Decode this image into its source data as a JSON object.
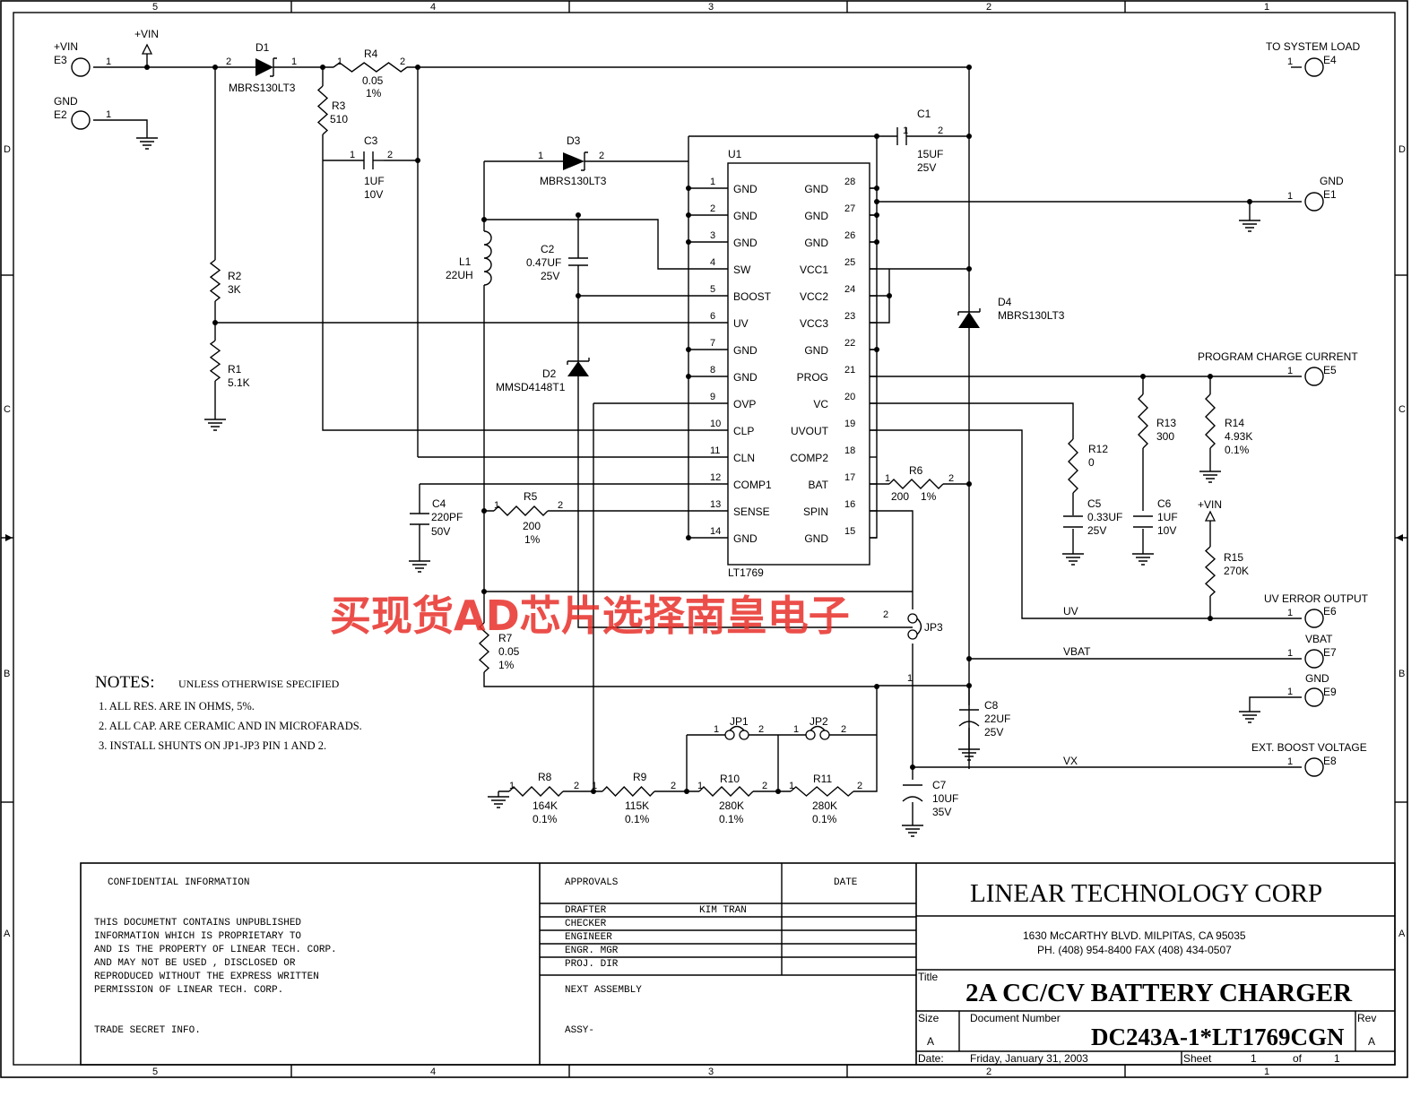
{
  "border": {
    "cols": [
      "5",
      "4",
      "3",
      "2",
      "1"
    ],
    "rows": [
      "D",
      "C",
      "B",
      "A"
    ]
  },
  "chip": {
    "ref": "U1",
    "part": "LT1769",
    "left": [
      [
        "1",
        "GND"
      ],
      [
        "2",
        "GND"
      ],
      [
        "3",
        "GND"
      ],
      [
        "4",
        "SW"
      ],
      [
        "5",
        "BOOST"
      ],
      [
        "6",
        "UV"
      ],
      [
        "7",
        "GND"
      ],
      [
        "8",
        "GND"
      ],
      [
        "9",
        "OVP"
      ],
      [
        "10",
        "CLP"
      ],
      [
        "11",
        "CLN"
      ],
      [
        "12",
        "COMP1"
      ],
      [
        "13",
        "SENSE"
      ],
      [
        "14",
        "GND"
      ]
    ],
    "right": [
      [
        "28",
        "GND"
      ],
      [
        "27",
        "GND"
      ],
      [
        "26",
        "GND"
      ],
      [
        "25",
        "VCC1"
      ],
      [
        "24",
        "VCC2"
      ],
      [
        "23",
        "VCC3"
      ],
      [
        "22",
        "GND"
      ],
      [
        "21",
        "PROG"
      ],
      [
        "20",
        "VC"
      ],
      [
        "19",
        "UVOUT"
      ],
      [
        "18",
        "COMP2"
      ],
      [
        "17",
        "BAT"
      ],
      [
        "16",
        "SPIN"
      ],
      [
        "15",
        "GND"
      ]
    ]
  },
  "terminals": {
    "e3": {
      "label": "+VIN",
      "ref": "E3",
      "pin": "1"
    },
    "e2": {
      "label": "GND",
      "ref": "E2",
      "pin": "1"
    },
    "vin_top": "+VIN",
    "e4": {
      "label": "TO SYSTEM LOAD",
      "ref": "E4",
      "pin": "1"
    },
    "e1": {
      "label": "GND",
      "ref": "E1",
      "pin": "1"
    },
    "e5": {
      "label": "PROGRAM CHARGE CURRENT",
      "ref": "E5",
      "pin": "1"
    },
    "e6": {
      "label": "UV ERROR OUTPUT",
      "ref": "E6",
      "pin": "1"
    },
    "e7": {
      "label": "VBAT",
      "ref": "E7",
      "pin": "1"
    },
    "e9": {
      "label": "GND",
      "ref": "E9",
      "pin": "1"
    },
    "e8": {
      "label": "EXT. BOOST VOLTAGE",
      "ref": "E8",
      "pin": "1"
    },
    "vin_r15": "+VIN"
  },
  "nets": {
    "uv": "UV",
    "vbat": "VBAT",
    "vx": "VX"
  },
  "parts": {
    "d1": {
      "ref": "D1",
      "val": "MBRS130LT3"
    },
    "d3": {
      "ref": "D3",
      "val": "MBRS130LT3"
    },
    "d4": {
      "ref": "D4",
      "val": "MBRS130LT3"
    },
    "d2": {
      "ref": "D2",
      "val": "MMSD4148T1"
    },
    "r4": {
      "ref": "R4",
      "v1": "0.05",
      "v2": "1%"
    },
    "r3": {
      "ref": "R3",
      "v1": "510"
    },
    "r2": {
      "ref": "R2",
      "v1": "3K"
    },
    "r1": {
      "ref": "R1",
      "v1": "5.1K"
    },
    "c3": {
      "ref": "C3",
      "v1": "1UF",
      "v2": "10V"
    },
    "c1": {
      "ref": "C1",
      "v1": "15UF",
      "v2": "25V"
    },
    "l1": {
      "ref": "L1",
      "v1": "22UH"
    },
    "c2": {
      "ref": "C2",
      "v1": "0.47UF",
      "v2": "25V"
    },
    "c4": {
      "ref": "C4",
      "v1": "220PF",
      "v2": "50V"
    },
    "r5": {
      "ref": "R5",
      "v1": "200",
      "v2": "1%"
    },
    "r6": {
      "ref": "R6",
      "v1": "200",
      "v2": "1%"
    },
    "r7": {
      "ref": "R7",
      "v1": "0.05",
      "v2": "1%"
    },
    "r12": {
      "ref": "R12",
      "v1": "0"
    },
    "r13": {
      "ref": "R13",
      "v1": "300"
    },
    "r14": {
      "ref": "R14",
      "v1": "4.93K",
      "v2": "0.1%"
    },
    "r15": {
      "ref": "R15",
      "v1": "270K"
    },
    "c5": {
      "ref": "C5",
      "v1": "0.33UF",
      "v2": "25V"
    },
    "c6": {
      "ref": "C6",
      "v1": "1UF",
      "v2": "10V"
    },
    "c8": {
      "ref": "C8",
      "v1": "22UF",
      "v2": "25V"
    },
    "c7": {
      "ref": "C7",
      "v1": "10UF",
      "v2": "35V"
    },
    "r8": {
      "ref": "R8",
      "v1": "164K",
      "v2": "0.1%"
    },
    "r9": {
      "ref": "R9",
      "v1": "115K",
      "v2": "0.1%"
    },
    "r10": {
      "ref": "R10",
      "v1": "280K",
      "v2": "0.1%"
    },
    "r11": {
      "ref": "R11",
      "v1": "280K",
      "v2": "0.1%"
    },
    "jp1": "JP1",
    "jp2": "JP2",
    "jp3": "JP3"
  },
  "pins": {
    "p1": "1",
    "p2": "2"
  },
  "notes": {
    "title": "NOTES:",
    "subtitle": "UNLESS OTHERWISE SPECIFIED",
    "items": [
      "1.  ALL RES. ARE IN OHMS, 5%.",
      "2.  ALL CAP. ARE CERAMIC AND IN MICROFARADS.",
      "3.  INSTALL SHUNTS ON JP1-JP3 PIN 1 AND 2."
    ]
  },
  "watermark": "买现货AD芯片选择南皇电子",
  "title_block": {
    "conf_title": "CONFIDENTIAL INFORMATION",
    "conf_lines": [
      "THIS DOCUMETNT CONTAINS UNPUBLISHED",
      "INFORMATION WHICH IS PROPRIETARY TO",
      "AND IS THE PROPERTY OF LINEAR TECH. CORP.",
      "AND MAY NOT BE USED , DISCLOSED OR",
      "REPRODUCED WITHOUT THE EXPRESS WRITTEN",
      "PERMISSION OF LINEAR TECH. CORP."
    ],
    "trade_secret": "TRADE SECRET INFO.",
    "approvals": "APPROVALS",
    "date": "DATE",
    "rows": [
      "DRAFTER",
      "CHECKER",
      "ENGINEER",
      "ENGR. MGR",
      "PROJ. DIR"
    ],
    "drafter_name": "KIM TRAN",
    "next_assembly": "NEXT ASSEMBLY",
    "assy": "ASSY-",
    "company": "LINEAR TECHNOLOGY CORP",
    "address": "1630 McCARTHY BLVD. MILPITAS, CA 95035",
    "phone": "PH. (408) 954-8400  FAX (408) 434-0507",
    "title_label": "Title",
    "title": "2A CC/CV BATTERY CHARGER",
    "size_label": "Size",
    "size": "A",
    "docnum_label": "Document Number",
    "docnum": "DC243A-1*LT1769CGN",
    "rev_label": "Rev",
    "rev": "A",
    "date_label": "Date:",
    "date_value": "Friday, January 31, 2003",
    "sheet_label": "Sheet",
    "sheet": "1",
    "of": "of",
    "sheets": "1"
  }
}
